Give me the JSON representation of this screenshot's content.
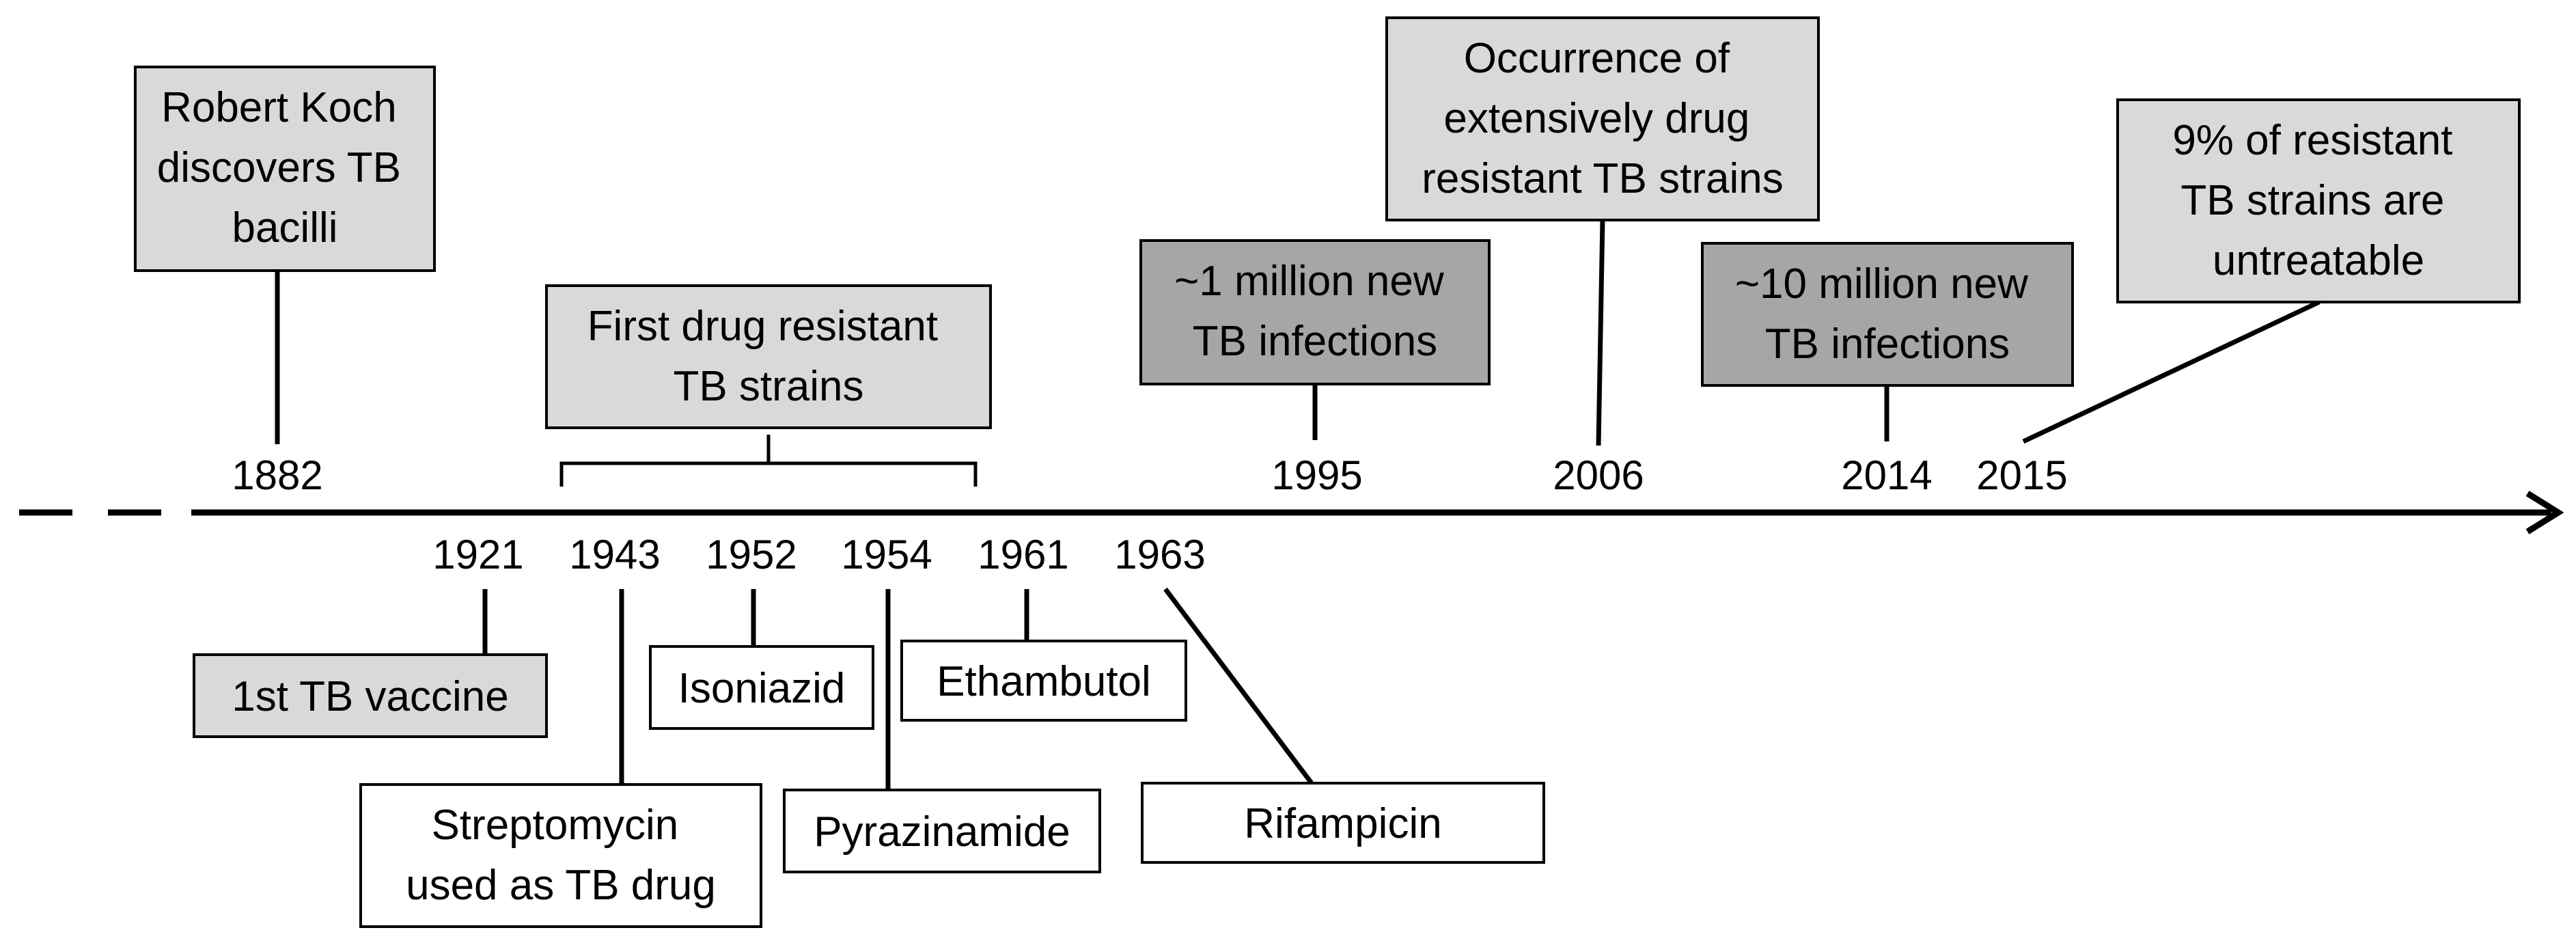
{
  "colors": {
    "background": "#ffffff",
    "line": "#000000",
    "box_light": "#d9d9d9",
    "box_dark": "#a6a6a6",
    "box_white": "#ffffff"
  },
  "timeline": {
    "years_above": [
      "1882",
      "1995",
      "2006",
      "2014",
      "2015"
    ],
    "years_below": [
      "1921",
      "1943",
      "1952",
      "1954",
      "1961",
      "1963"
    ]
  },
  "events_above": [
    {
      "id": "koch",
      "year": "1882",
      "fill": "light",
      "lines": [
        "Robert Koch",
        "discovers TB",
        "bacilli"
      ]
    },
    {
      "id": "first-resistant",
      "year": "1943–1961",
      "fill": "light",
      "lines": [
        "First drug resistant",
        "TB strains"
      ]
    },
    {
      "id": "million-1995",
      "year": "1995",
      "fill": "dark",
      "lines": [
        "~1 million new",
        "TB infections"
      ]
    },
    {
      "id": "xdr-2006",
      "year": "2006",
      "fill": "light",
      "lines": [
        "Occurrence of",
        "extensively drug",
        "resistant TB strains"
      ]
    },
    {
      "id": "million-2014",
      "year": "2014",
      "fill": "dark",
      "lines": [
        "~10 million new",
        "TB infections"
      ]
    },
    {
      "id": "untreatable-2015",
      "year": "2015",
      "fill": "light",
      "lines": [
        "9% of resistant",
        "TB strains are",
        "untreatable"
      ]
    }
  ],
  "events_below": [
    {
      "id": "vaccine",
      "year": "1921",
      "fill": "light",
      "lines": [
        "1st TB vaccine"
      ]
    },
    {
      "id": "streptomycin",
      "year": "1943",
      "fill": "white",
      "lines": [
        "Streptomycin",
        "used as TB drug"
      ]
    },
    {
      "id": "isoniazid",
      "year": "1952",
      "fill": "white",
      "lines": [
        "Isoniazid"
      ]
    },
    {
      "id": "pyrazinamide",
      "year": "1954",
      "fill": "white",
      "lines": [
        "Pyrazinamide"
      ]
    },
    {
      "id": "ethambutol",
      "year": "1961",
      "fill": "white",
      "lines": [
        "Ethambutol"
      ]
    },
    {
      "id": "rifampicin",
      "year": "1963",
      "fill": "white",
      "lines": [
        "Rifampicin"
      ]
    }
  ]
}
